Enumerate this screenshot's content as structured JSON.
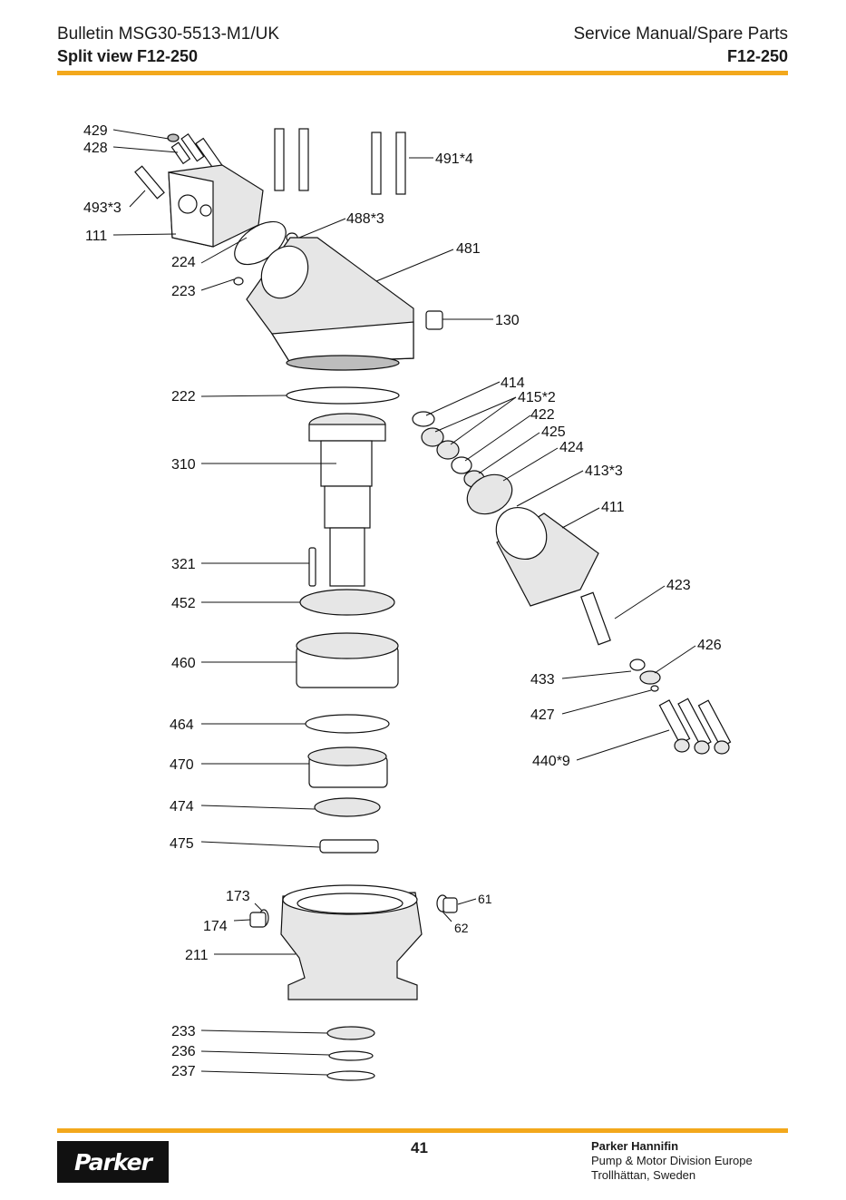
{
  "header": {
    "bulletin": "Bulletin MSG30-5513-M1/UK",
    "section": "Split view F12-250",
    "manual_type": "Service Manual/Spare Parts",
    "model": "F12-250"
  },
  "diagram": {
    "labels": {
      "p429": "429",
      "p428": "428",
      "p493": "493*3",
      "p111": "111",
      "p224": "224",
      "p223": "223",
      "p488": "488*3",
      "p491": "491*4",
      "p481": "481",
      "p130": "130",
      "p222": "222",
      "p414": "414",
      "p415": "415*2",
      "p422": "422",
      "p425": "425",
      "p424": "424",
      "p413": "413*3",
      "p411": "411",
      "p310": "310",
      "p321": "321",
      "p452": "452",
      "p423": "423",
      "p460": "460",
      "p426": "426",
      "p433": "433",
      "p427": "427",
      "p464": "464",
      "p440": "440*9",
      "p470": "470",
      "p474": "474",
      "p475": "475",
      "p173": "173",
      "p61": "61",
      "p174": "174",
      "p62": "62",
      "p211": "211",
      "p233": "233",
      "p236": "236",
      "p237": "237"
    }
  },
  "footer": {
    "logo_text": "Parker",
    "page_number": "41",
    "company_name": "Parker Hannifin",
    "division": "Pump & Motor Division Europe",
    "location": "Trollhättan, Sweden"
  }
}
